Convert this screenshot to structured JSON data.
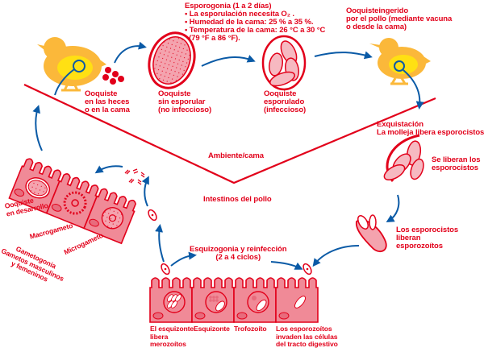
{
  "colors": {
    "red": "#e2001a",
    "pink_fill": "#f08a97",
    "light_pink": "#f6b9c1",
    "blue_arrow": "#0a5aa6",
    "chick_orange": "#fbb83a",
    "chick_yellow": "#ffe013"
  },
  "esporogonia": {
    "title": "Esporogonia (1 a 2 días)",
    "bullets": [
      "• La esporulación necesita O₂ .",
      "• Humedad de la cama: 25 % a 35 %.",
      "• Temperatura de la cama: 26 °C a 30 °C",
      "  (79 °F a 86 °F)."
    ]
  },
  "stages": {
    "ooquiste_heces": "Ooquiste\nen las heces\no en la cama",
    "ooquiste_sin_esporular": "Ooquiste\nsin esporular\n(no infeccioso)",
    "ooquiste_esporulado": "Ooquiste\nesporulado\n(infeccioso)",
    "ooquiste_ingerido": "Ooquisteingerido\npor el pollo (mediante vacuna\no desde la cama)",
    "exquistacion": "Exquistación\nLa molleja libera esporocistos",
    "se_liberan": "Se liberan los\nesporocistos",
    "esporocistos_liberan": "Los esporocistos\nliberan\nesporozoítos",
    "esquizogonia": "Esquizogonia y reinfección\n(2 a 4 ciclos)",
    "esquizonte_libera": "El esquizonte\nlibera\nmerozoítos",
    "esquizonte": "Esquizonte",
    "trofozoito": "Trofozoíto",
    "esporozoitos_invaden": "Los esporozoítos\ninvaden las células\ndel tracto digestivo",
    "ooquiste_desarrollo": "Ooquiste\nen desarrollo",
    "macrogameto": "Macrogameto",
    "microgameto": "Microgameto",
    "gametogonia": "Gametogonia\nGametos masculinos\ny femeninos"
  },
  "zones": {
    "ambiente": "Ambiente/cama",
    "intestinos": "Intestinos del pollo"
  }
}
